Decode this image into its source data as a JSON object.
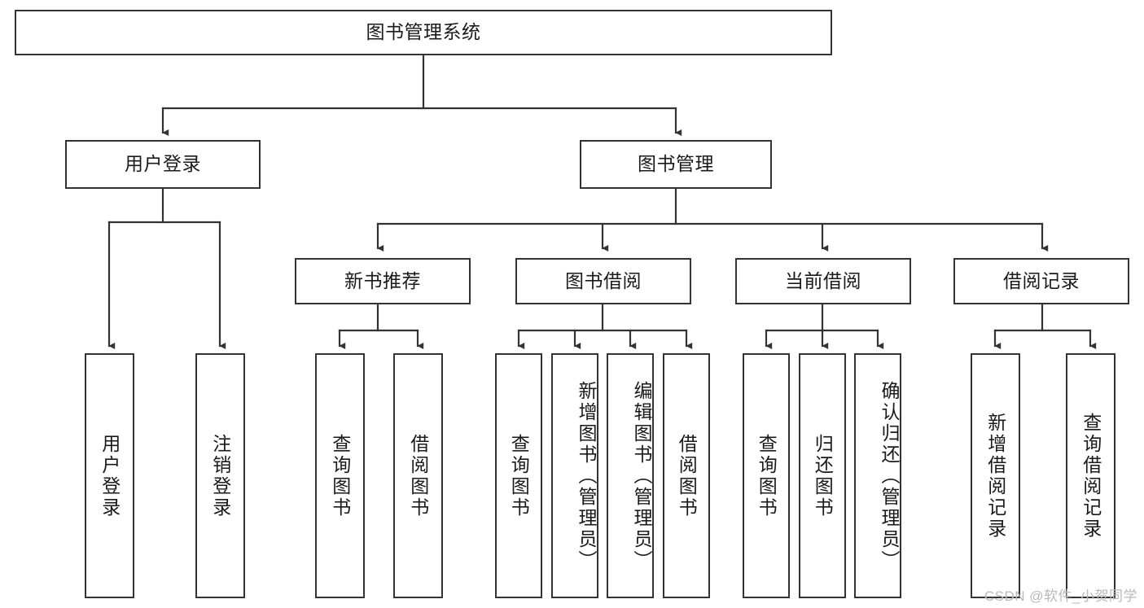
{
  "diagram": {
    "title": "图书管理系统",
    "type": "tree-hierarchy",
    "watermark": "CSDN @软件_小贺同学",
    "colors": {
      "background": "#ffffff",
      "border": "#333333",
      "text": "#1a1a1a",
      "watermark": "#b9b9b9"
    },
    "nodes": {
      "root": {
        "label": "图书管理系统"
      },
      "level2": [
        {
          "label": "用户登录"
        },
        {
          "label": "图书管理"
        }
      ],
      "level3": [
        {
          "label": "新书推荐"
        },
        {
          "label": "图书借阅"
        },
        {
          "label": "当前借阅"
        },
        {
          "label": "借阅记录"
        }
      ],
      "leaves": {
        "user_login": [
          {
            "label": "用户登录"
          },
          {
            "label": "注销登录"
          }
        ],
        "new_book_recommend": [
          {
            "label": "查询图书"
          },
          {
            "label": "借阅图书"
          }
        ],
        "book_borrow": [
          {
            "label": "查询图书"
          },
          {
            "label": "新增图书（管理员）"
          },
          {
            "label": "编辑图书（管理员）"
          },
          {
            "label": "借阅图书"
          }
        ],
        "current_borrow": [
          {
            "label": "查询图书"
          },
          {
            "label": "归还图书"
          },
          {
            "label": "确认归还（管理员）"
          }
        ],
        "borrow_record": [
          {
            "label": "新增借阅记录"
          },
          {
            "label": "查询借阅记录"
          }
        ]
      }
    }
  }
}
